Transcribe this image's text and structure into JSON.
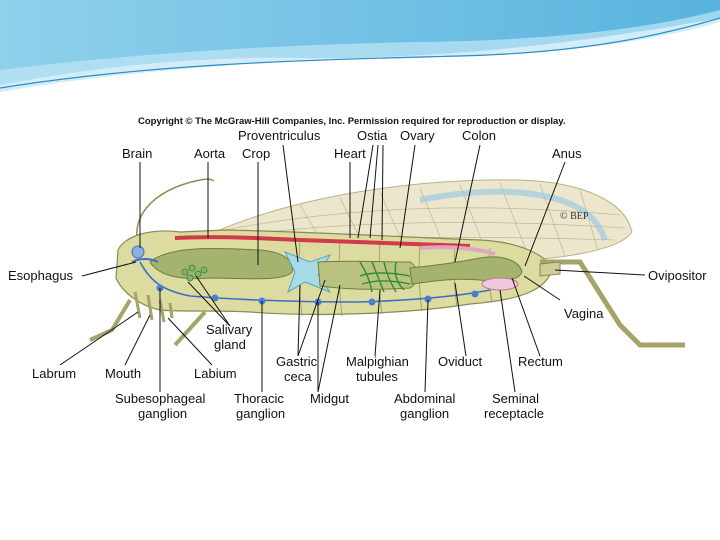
{
  "copyright": "Copyright © The McGraw-Hill Companies, Inc. Permission required for reproduction or display.",
  "artist_signature": "© BEP",
  "labels": {
    "proventriculus": "Proventriculus",
    "ostia": "Ostia",
    "ovary": "Ovary",
    "colon": "Colon",
    "brain": "Brain",
    "aorta": "Aorta",
    "crop": "Crop",
    "heart": "Heart",
    "anus": "Anus",
    "esophagus": "Esophagus",
    "ovipositor": "Ovipositor",
    "vagina": "Vagina",
    "salivary_gland_1": "Salivary",
    "salivary_gland_2": "gland",
    "labrum": "Labrum",
    "mouth": "Mouth",
    "labium": "Labium",
    "gastric_ceca_1": "Gastric",
    "gastric_ceca_2": "ceca",
    "malpighian_1": "Malpighian",
    "malpighian_2": "tubules",
    "oviduct": "Oviduct",
    "rectum": "Rectum",
    "subesophageal_1": "Subesophageal",
    "subesophageal_2": "ganglion",
    "thoracic_1": "Thoracic",
    "thoracic_2": "ganglion",
    "midgut": "Midgut",
    "abdominal_1": "Abdominal",
    "abdominal_2": "ganglion",
    "seminal_1": "Seminal",
    "seminal_2": "receptacle"
  },
  "colors": {
    "slide_wave": "#5bb8e0",
    "body": "#d8d79a",
    "gut": "#9fb06a",
    "heart": "#d23a4a",
    "nerve_cord": "#3a6fc4",
    "ceca": "#a8dbe8",
    "malpighian": "#2f8a3a",
    "wing": "#e8e2c8"
  }
}
